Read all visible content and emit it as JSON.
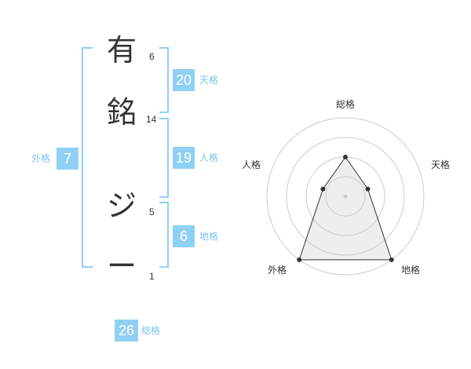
{
  "name": {
    "chars": [
      {
        "char": "有",
        "strokes": "6"
      },
      {
        "char": "銘",
        "strokes": "14"
      },
      {
        "char": "ジ",
        "strokes": "5"
      },
      {
        "char": "ー",
        "strokes": "1"
      }
    ]
  },
  "fortunes": {
    "ten": {
      "value": "20",
      "label": "天格"
    },
    "jin": {
      "value": "19",
      "label": "人格"
    },
    "chi": {
      "value": "6",
      "label": "地格"
    },
    "gai": {
      "value": "7",
      "label": "外格"
    },
    "sou": {
      "value": "26",
      "label": "総格"
    }
  },
  "colors": {
    "accent": "#8fd0f4",
    "label_text": "#7cc4ec"
  },
  "chart_data": {
    "type": "radar",
    "axes": [
      "総格",
      "天格",
      "地格",
      "外格",
      "人格"
    ],
    "values": [
      0.5,
      0.3,
      1.0,
      1.0,
      0.3
    ],
    "rmax": 1.0,
    "rings": 4
  }
}
